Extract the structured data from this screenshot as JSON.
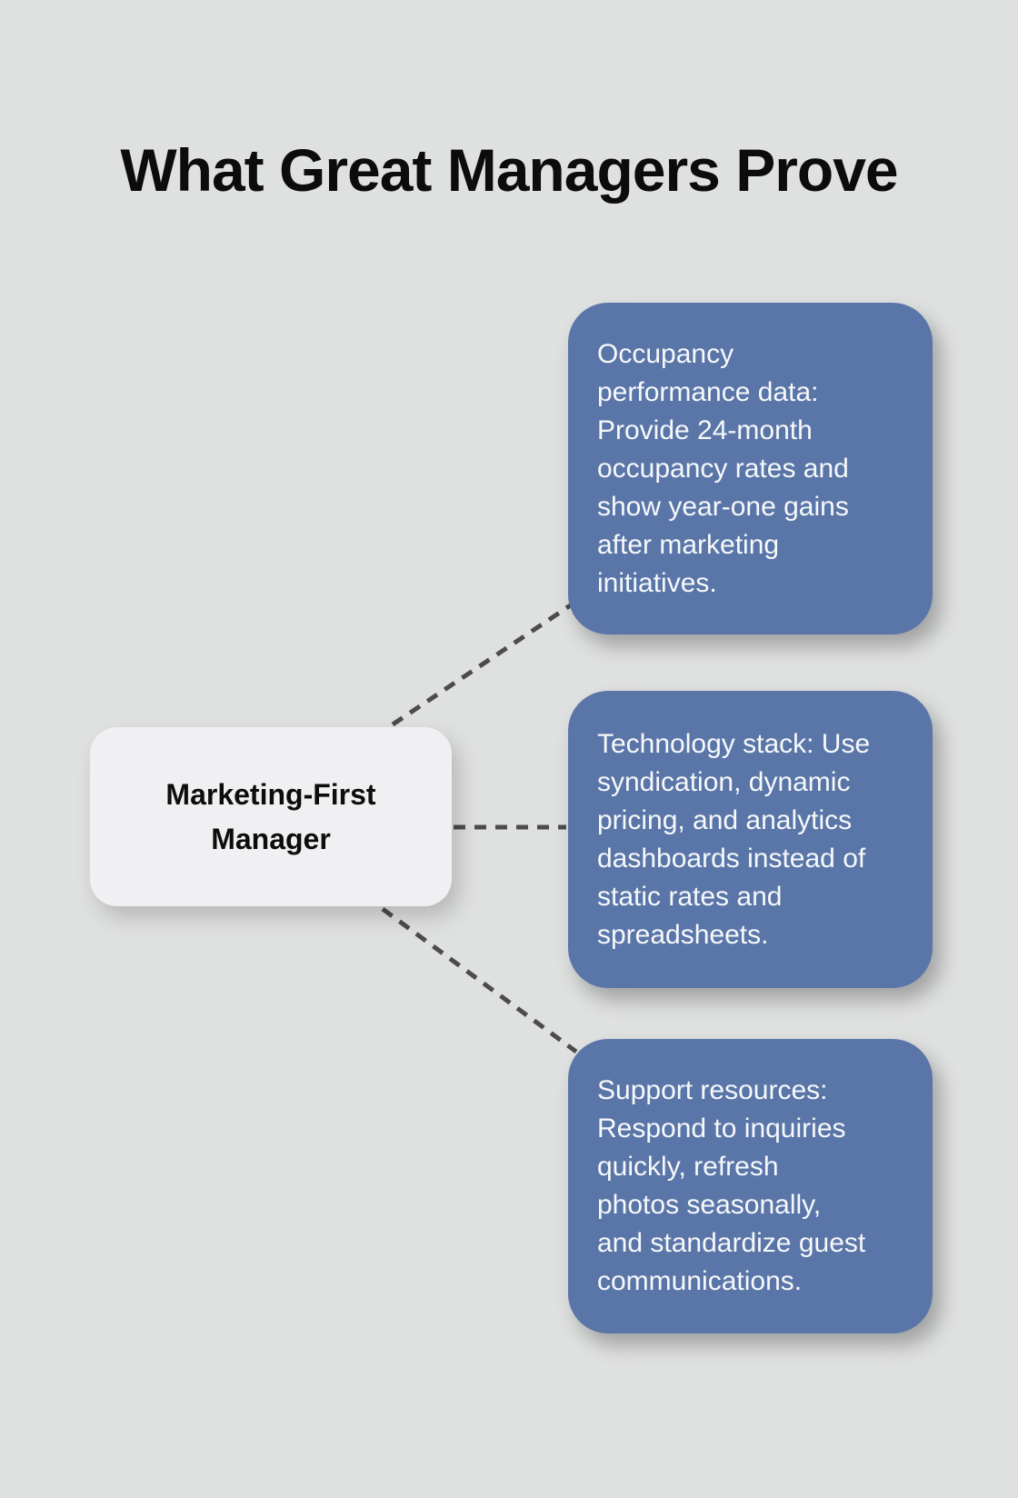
{
  "title": "What Great Managers Prove",
  "colors": {
    "background": "#dfe0e0",
    "title_text": "#0c0c0c",
    "branch_fill": "#5a76a8",
    "branch_text": "#f6f8fa",
    "center_fill": "#f0f0f2",
    "center_text": "#0d0d0d",
    "connector": "#4c4c4c"
  },
  "diagram": {
    "center_node": {
      "label": "Marketing-First\nManager"
    },
    "branches": [
      {
        "text": "Occupancy\nperformance data:\nProvide 24-month\noccupancy rates and\nshow year-one gains\nafter marketing\ninitiatives."
      },
      {
        "text": "Technology stack: Use\nsyndication, dynamic\npricing, and analytics\ndashboards instead of\nstatic rates and\nspreadsheets."
      },
      {
        "text": "Support resources:\nRespond to inquiries\nquickly, refresh\nphotos seasonally,\nand standardize guest\ncommunications."
      }
    ]
  }
}
